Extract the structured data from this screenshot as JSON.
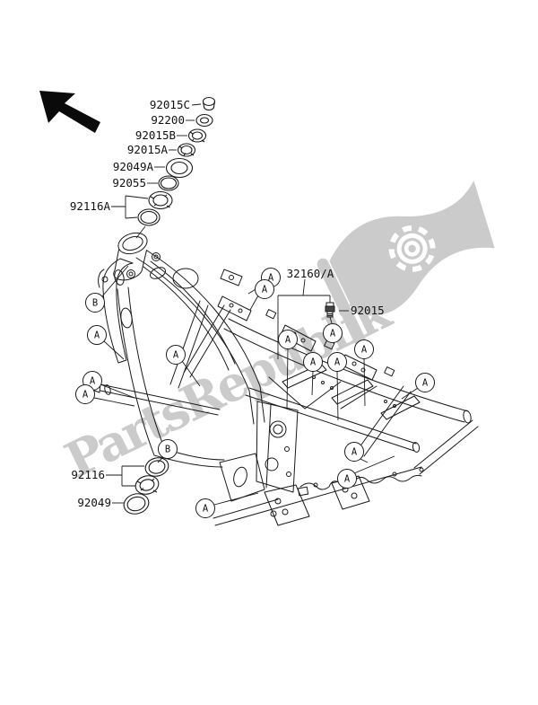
{
  "watermark": {
    "text": "PartsRepublik",
    "color": "#c9c9c9"
  },
  "labels": {
    "stem_stack": [
      "92015C",
      "92200",
      "92015B",
      "92015A",
      "92049A",
      "92055",
      "92116A"
    ],
    "frame": "32160/A",
    "frame_bolt": "92015",
    "head_bearing": "92116",
    "head_race": "92049"
  },
  "callouts": [
    {
      "letter": "B"
    },
    {
      "letter": "A"
    },
    {
      "letter": "A"
    },
    {
      "letter": "A"
    },
    {
      "letter": "A"
    },
    {
      "letter": "A"
    },
    {
      "letter": "A"
    },
    {
      "letter": "A"
    },
    {
      "letter": "A"
    },
    {
      "letter": "A"
    },
    {
      "letter": "A"
    },
    {
      "letter": "A"
    },
    {
      "letter": "A"
    },
    {
      "letter": "B"
    },
    {
      "letter": "A"
    },
    {
      "letter": "A"
    },
    {
      "letter": "A"
    }
  ],
  "colors": {
    "line": "#1a1a1a",
    "watermark": "#c9c9c9"
  }
}
